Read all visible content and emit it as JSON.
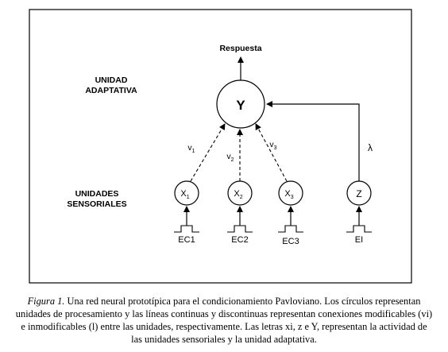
{
  "diagram": {
    "top_label": "Respuesta",
    "adaptive_label": [
      "UNIDAD",
      "ADAPTATIVA"
    ],
    "sensory_label": [
      "UNIDADES",
      "SENSORIALES"
    ],
    "output_node": "Y",
    "inputs": [
      {
        "node": "X",
        "sub": "1",
        "weight": "v",
        "weight_sub": "1",
        "stimulus": "EC1"
      },
      {
        "node": "X",
        "sub": "2",
        "weight": "v",
        "weight_sub": "2",
        "stimulus": "EC2"
      },
      {
        "node": "X",
        "sub": "3",
        "weight": "v",
        "weight_sub": "3",
        "stimulus": "EC3"
      }
    ],
    "unconditioned": {
      "node": "Z",
      "weight": "λ",
      "stimulus": "EI"
    }
  },
  "caption": {
    "figure_label": "Figura 1.",
    "text": "Una red neural prototípica para el condicionamiento Pavloviano.  Los círculos representan unidades de procesamiento y las líneas continuas y discontinuas representan conexiones modificables (vi) e inmodificables (l) entre las unidades, respectivamente. Las letras xi, z e Y, representan la actividad de las unidades sensoriales y la unidad adaptativa."
  }
}
